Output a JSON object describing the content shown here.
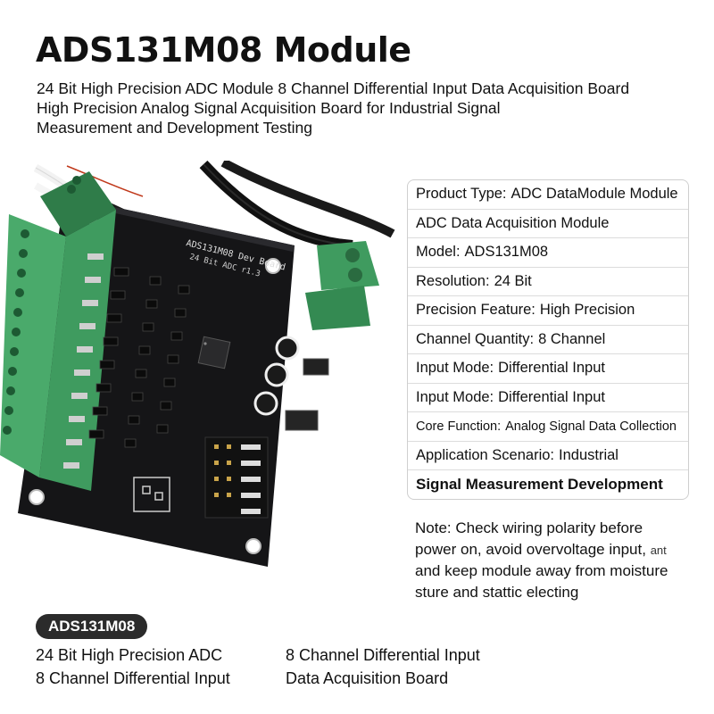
{
  "title": "ADS131M08 Module",
  "subtitle_lines": [
    "24 Bit High Precision ADC Module 8 Channel Differential Input Data Acquisition Board",
    "High Precision Analog Signal Acquisition Board for Industrial Signal",
    "Measurement and Development Testing"
  ],
  "board": {
    "silk_title": "ADS131M08 Dev Board",
    "silk_sub": "24 Bit ADC r1.3",
    "colors": {
      "pcb": "#151517",
      "terminal": "#3f9b5f",
      "chip": "#2a2a2c"
    }
  },
  "specs": [
    {
      "key": "Product Type:",
      "value": "ADC DataModule Module"
    },
    {
      "key": "",
      "value": "ADC Data Acquisition Module"
    },
    {
      "key": "Model:",
      "value": "ADS131M08"
    },
    {
      "key": "Resolution:",
      "value": "24 Bit"
    },
    {
      "key": "Precision Feature:",
      "value": "High Precision"
    },
    {
      "key": "Channel Quantity:",
      "value": "8 Channel"
    },
    {
      "key": "Input Mode:",
      "value": "Differential Input"
    },
    {
      "key": "Input Mode:",
      "value": "Differential Input"
    },
    {
      "key": "Core Function:",
      "value": "Analog Signal Data Collection"
    },
    {
      "key": "Application Scenario:",
      "value": "Industrial"
    },
    {
      "key": "",
      "value": "Signal Measurement Development"
    }
  ],
  "note_lines": [
    "Note: Check wiring polarity before",
    "power on, avoid overvoltage input,",
    "and keep module away from moisture",
    "sture and stattic electing"
  ],
  "note_ghost": "ant",
  "badge": "ADS131M08",
  "features_left": [
    "24 Bit High Precision ADC",
    "8 Channel Differential Input"
  ],
  "features_right": [
    "8 Channel Differential Input",
    "Data Acquisition Board"
  ]
}
